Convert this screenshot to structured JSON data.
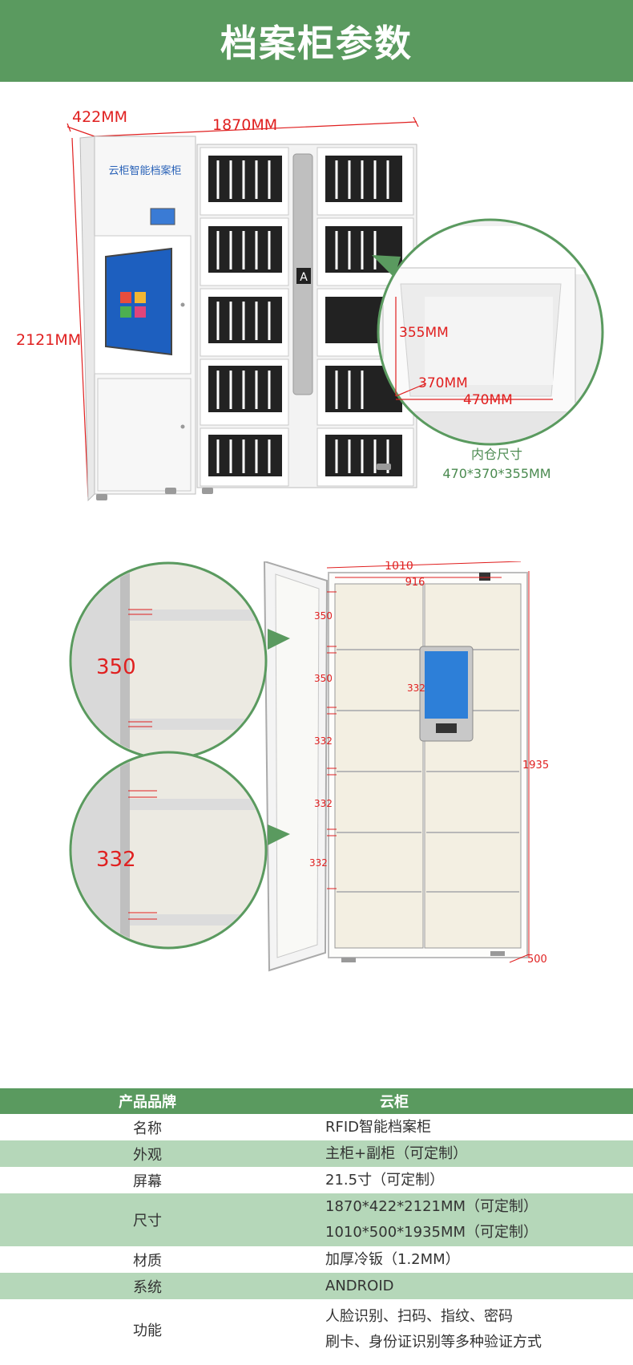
{
  "header": {
    "title": "档案柜参数"
  },
  "figure1": {
    "depth_label": "422MM",
    "width_label": "1870MM",
    "height_label": "2121MM",
    "cabinet_brand_text": "云柜智能档案柜",
    "locker_letter": "A",
    "inner_height_label": "355MM",
    "inner_depth_label": "370MM",
    "inner_width_label": "470MM",
    "inner_caption_title": "内仓尺寸",
    "inner_caption_value": "470*370*355MM"
  },
  "figure2": {
    "width_label": "1010",
    "inner_width_label": "916",
    "height_label": "1935",
    "depth_label": "500",
    "shelf_labels": [
      "350",
      "350",
      "332",
      "332",
      "332"
    ],
    "screen_label": "332",
    "zoom_top_label": "350",
    "zoom_bottom_label": "332"
  },
  "specs": {
    "header": {
      "key": "产品品牌",
      "value": "云柜"
    },
    "rows": [
      {
        "key": "名称",
        "lines": [
          "RFID智能档案柜"
        ]
      },
      {
        "key": "外观",
        "lines": [
          "主柜+副柜（可定制）"
        ]
      },
      {
        "key": "屏幕",
        "lines": [
          "21.5寸（可定制）"
        ]
      },
      {
        "key": "尺寸",
        "lines": [
          "1870*422*2121MM（可定制）",
          "1010*500*1935MM（可定制）"
        ]
      },
      {
        "key": "材质",
        "lines": [
          "加厚冷钣（1.2MM）"
        ]
      },
      {
        "key": "系统",
        "lines": [
          "ANDROID"
        ]
      },
      {
        "key": "功能",
        "lines": [
          "人脸识别、扫码、指纹、密码",
          "刷卡、身份证识别等多种验证方式"
        ]
      }
    ]
  },
  "colors": {
    "brand_green": "#5a9a5f",
    "row_green": "#b5d7b9",
    "dim_red": "#e02020"
  }
}
